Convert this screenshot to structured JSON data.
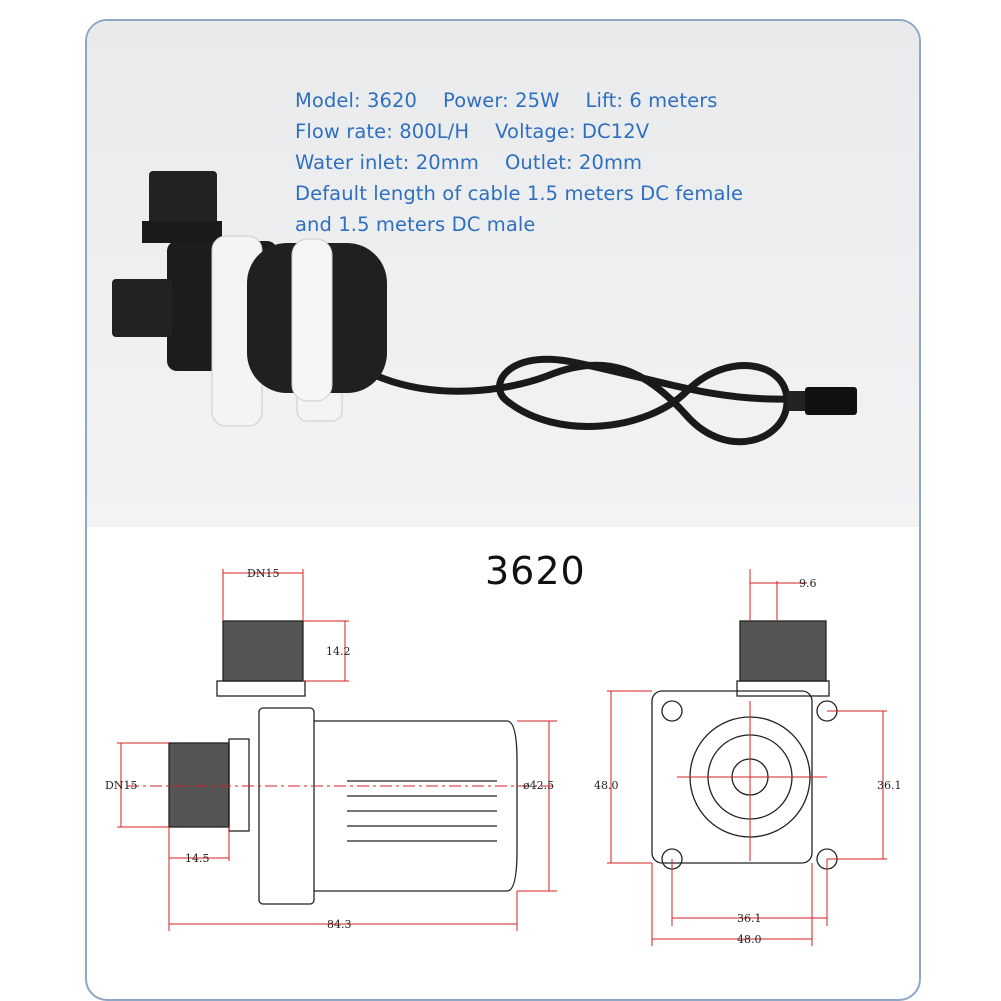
{
  "specs": {
    "row1": [
      "Model: 3620",
      "Power: 25W",
      "Lift: 6 meters"
    ],
    "row2": [
      "Flow rate: 800L/H",
      "Voltage: DC12V"
    ],
    "row3": [
      "Water inlet: 20mm",
      "Outlet: 20mm"
    ],
    "row4": "Default length of cable 1.5 meters DC female",
    "row5": "and 1.5 meters DC male"
  },
  "drawing": {
    "model": "3620",
    "side_view": {
      "outlet": "DN15",
      "outlet_height": "14.2",
      "inlet": "DN15",
      "inlet_length": "14.5",
      "diameter": "ø42.5",
      "length": "84.3"
    },
    "front_view": {
      "offset": "9.6",
      "height": "48.0",
      "hole_spacing_v": "36.1",
      "hole_spacing_h": "36.1",
      "width": "48.0"
    }
  },
  "colors": {
    "text_blue": "#2f6fc0",
    "dim_red": "#d42020",
    "border": "#8fa6c4"
  }
}
